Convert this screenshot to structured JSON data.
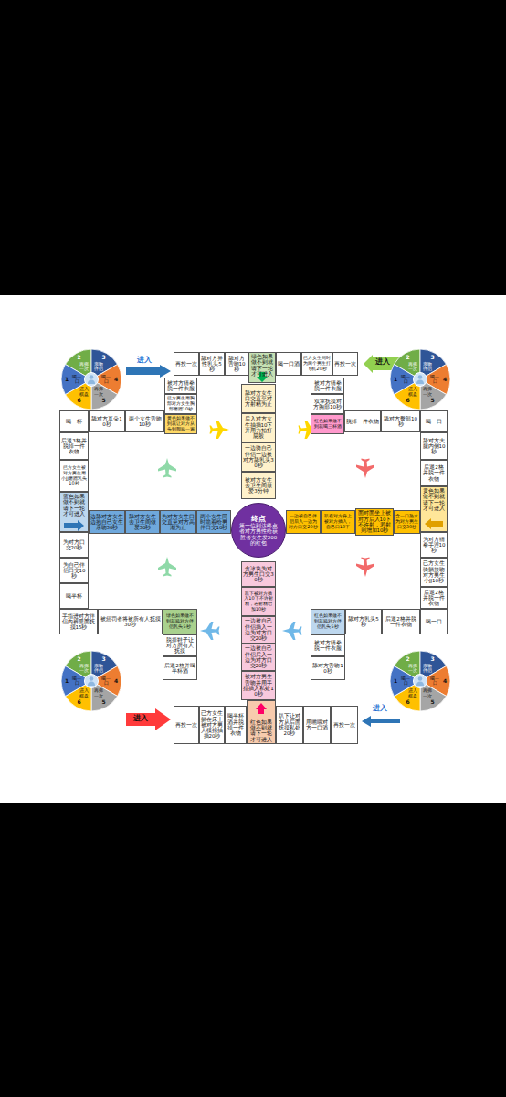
{
  "diagram": {
    "nodes": [
      {
        "text": [
          "再投一次"
        ]
      },
      {
        "text": [
          "舔对方异性乳头5秒"
        ]
      },
      {
        "text": [
          "舔对方舌吻10秒"
        ]
      },
      {
        "text": [
          "绿色如果做不到就请下一轮才可进入"
        ]
      },
      {
        "text": [
          "喝一口酒"
        ]
      },
      {
        "text": [
          "已方女生同时为两个男生打飞机20秒"
        ]
      },
      {
        "text": [
          "再投一次"
        ]
      },
      {
        "text": [
          "被对方猜拳脱一件衣服"
        ]
      },
      {
        "text": [
          "已方男生用胸部对方女生胸部磨蹭10秒"
        ]
      },
      {
        "text": [
          "黄色如果做不到就让对方从头到脚舔一遍"
        ]
      },
      {
        "text": [
          "舔对方女生口交直至对方射精为止"
        ]
      },
      {
        "text": [
          "后入对方女生抽插10下并用力拍打屁股"
        ]
      },
      {
        "text": [
          "一边骑自己伴侣一边被对方舔乳头30秒"
        ]
      },
      {
        "text": [
          "被对方女生去卫生间做爱3分钟"
        ]
      },
      {
        "text": [
          "被对方猜拳脱一件衣服"
        ]
      },
      {
        "text": [
          "双掌抚摸对方胸部10秒"
        ]
      },
      {
        "text": [
          "红色如果做不到就喝三杯酒"
        ]
      },
      {
        "text": [
          "喝一杯"
        ]
      },
      {
        "text": [
          "舔对方耳朵10秒"
        ]
      },
      {
        "text": [
          "两个女生舌吻10秒"
        ]
      },
      {
        "text": [
          "脱掉一件衣物"
        ]
      },
      {
        "text": [
          "舔对方臀部10秒"
        ]
      },
      {
        "text": [
          "喝一口"
        ]
      },
      {
        "text": [
          "后退3格并脱掉一件衣物"
        ]
      },
      {
        "text": [
          "已方女生被对方男生用小JJ磨蹭乳头10秒"
        ]
      },
      {
        "text": [
          "蓝色如果做不到就请下一轮才可进入"
        ]
      },
      {
        "text": [
          "边舔对方女生边抱自己女生亲吻30秒"
        ]
      },
      {
        "text": [
          "舔对方女生去卫生间做爱30秒"
        ]
      },
      {
        "text": [
          "为对方女生口交直至对方高潮为止"
        ]
      },
      {
        "text": [
          "两个女生同时跪着给男伴口交10秒"
        ]
      },
      {
        "text": [
          "终点",
          "第一位到达终点者对方男性给获胜者女生发200的红包"
        ]
      },
      {
        "text": [
          "一边被自己伴侣后入一边为对方口交20秒"
        ]
      },
      {
        "text": [
          "趴在对方身上被对方插入，自己口10下"
        ]
      },
      {
        "text": [
          "面对面坐上被对方后入10下不许射，若射则增加10秒"
        ]
      },
      {
        "text": [
          "含一口热水为对方男生口交30秒"
        ]
      },
      {
        "text": [
          "舔对方大腿内侧10秒"
        ]
      },
      {
        "text": [
          "后退2格并脱一件衣物"
        ]
      },
      {
        "text": [
          "黄色如果做不到就请下一轮才可进入"
        ]
      },
      {
        "text": [
          "为对方猜拳手淫10秒"
        ]
      },
      {
        "text": [
          "已方女生骑躺接吻对方男生小JJ10秒"
        ]
      },
      {
        "text": [
          "后退2格并脱一件衣物"
        ]
      },
      {
        "text": [
          "为对方口交20秒"
        ]
      },
      {
        "text": [
          "为自己伴侣口交10秒"
        ]
      },
      {
        "text": [
          "喝半杯"
        ]
      },
      {
        "text": [
          "含冰块为对方男生口交30秒"
        ]
      },
      {
        "text": [
          "趴下被对方插入10下不许射精，若射精增加10秒"
        ]
      },
      {
        "text": [
          "一边被自己伴侣插入一边为对方口交20秒"
        ]
      },
      {
        "text": [
          "一边被自己伴侣后入一边为对方口交20秒"
        ]
      },
      {
        "text": [
          "被对方男生舌吻并用手指插入私处10秒"
        ]
      },
      {
        "text": [
          "手指进对方伴侣内裤里面抚摸15秒"
        ]
      },
      {
        "text": [
          "被惩罚者将被所有人抚摸30秒"
        ]
      },
      {
        "text": [
          "绿色如果做不到就舔对方伴侣乳头5秒"
        ]
      },
      {
        "text": [
          "红色如果做不到就舔对方伴侣乳头5秒"
        ]
      },
      {
        "text": [
          "舔对方乳头5秒"
        ]
      },
      {
        "text": [
          "后退2格并脱一件衣物"
        ]
      },
      {
        "text": [
          "喝一口"
        ]
      },
      {
        "text": [
          "脱掉鞋子让对方所有人抚摸"
        ]
      },
      {
        "text": [
          "被对方猜拳脱一件衣服"
        ]
      },
      {
        "text": [
          "后退2格并喝半杯酒"
        ]
      },
      {
        "text": [
          "舔对方舌吻10秒"
        ]
      },
      {
        "text": [
          "再投一次"
        ]
      },
      {
        "text": [
          "已方女生躺在床上被对方男人模拟抽插20秒"
        ]
      },
      {
        "text": [
          "喝半杯酒并脱掉一件衣物"
        ]
      },
      {
        "text": [
          "红色如果做不到就请下一轮才可进入"
        ]
      },
      {
        "text": [
          "趴下让对方从后面抚摸私处20秒"
        ]
      },
      {
        "text": [
          "用嘴喂对方一口酒"
        ]
      },
      {
        "text": [
          "再投一次"
        ]
      }
    ],
    "labels": [
      "进入",
      "进入",
      "进入",
      "进入",
      "1",
      "喝一口",
      "2",
      "再掷一次",
      "3",
      "亲吻伴侣",
      "4",
      "喝一口",
      "5",
      "再掷一次",
      "6",
      "进入棋盘",
      "1",
      "喝一口",
      "2",
      "再掷一次",
      "3",
      "亲吻伴侣",
      "4",
      "喝一口",
      "5",
      "再掷一次",
      "6",
      "进入棋盘",
      "1",
      "喝一口",
      "2",
      "再掷一次",
      "3",
      "亲吻伴侣",
      "4",
      "喝一口",
      "5",
      "再掷一次",
      "6",
      "进入棋盘",
      "1",
      "喝一口",
      "2",
      "再掷一次",
      "3",
      "亲吻伴侣",
      "4",
      "喝一口",
      "5",
      "再掷一次",
      "6",
      "进入棋盘"
    ]
  }
}
